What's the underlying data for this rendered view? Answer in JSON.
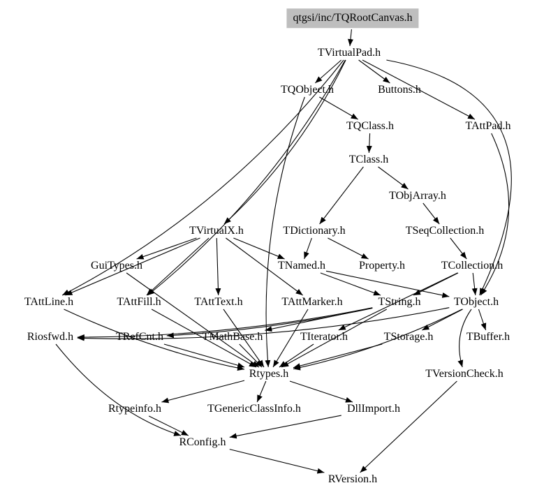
{
  "diagram": {
    "type": "include-dependency-graph",
    "root_label": "qtgsi/inc/TQRootCanvas.h",
    "colors": {
      "background": "#ffffff",
      "text": "#000000",
      "edge": "#000000",
      "root_node_bg": "#bebebe"
    },
    "nodes": [
      {
        "label": "qtgsi/inc/TQRootCanvas.h",
        "root": true
      },
      {
        "label": "TVirtualPad.h"
      },
      {
        "label": "TQObject.h"
      },
      {
        "label": "Buttons.h"
      },
      {
        "label": "TQClass.h"
      },
      {
        "label": "TAttPad.h"
      },
      {
        "label": "TClass.h"
      },
      {
        "label": "TObjArray.h"
      },
      {
        "label": "TVirtualX.h"
      },
      {
        "label": "TDictionary.h"
      },
      {
        "label": "TSeqCollection.h"
      },
      {
        "label": "GuiTypes.h"
      },
      {
        "label": "TNamed.h"
      },
      {
        "label": "Property.h"
      },
      {
        "label": "TCollection.h"
      },
      {
        "label": "TAttLine.h"
      },
      {
        "label": "TAttFill.h"
      },
      {
        "label": "TAttText.h"
      },
      {
        "label": "TAttMarker.h"
      },
      {
        "label": "TString.h"
      },
      {
        "label": "TObject.h"
      },
      {
        "label": "Riosfwd.h"
      },
      {
        "label": "TRefCnt.h"
      },
      {
        "label": "TMathBase.h"
      },
      {
        "label": "TIterator.h"
      },
      {
        "label": "TStorage.h"
      },
      {
        "label": "TBuffer.h"
      },
      {
        "label": "Rtypes.h"
      },
      {
        "label": "TVersionCheck.h"
      },
      {
        "label": "Rtypeinfo.h"
      },
      {
        "label": "TGenericClassInfo.h"
      },
      {
        "label": "DllImport.h"
      },
      {
        "label": "RConfig.h"
      },
      {
        "label": "RVersion.h"
      }
    ],
    "edges": [
      {
        "from": "qtgsi/inc/TQRootCanvas.h",
        "to": "TVirtualPad.h"
      },
      {
        "from": "TVirtualPad.h",
        "to": "TQObject.h"
      },
      {
        "from": "TVirtualPad.h",
        "to": "Buttons.h"
      },
      {
        "from": "TVirtualPad.h",
        "to": "TAttPad.h"
      },
      {
        "from": "TVirtualPad.h",
        "to": "TVirtualX.h"
      },
      {
        "from": "TVirtualPad.h",
        "to": "TObject.h"
      },
      {
        "from": "TVirtualPad.h",
        "to": "TAttLine.h"
      },
      {
        "from": "TVirtualPad.h",
        "to": "TAttFill.h"
      },
      {
        "from": "TQObject.h",
        "to": "TQClass.h"
      },
      {
        "from": "TQObject.h",
        "to": "Rtypes.h"
      },
      {
        "from": "TQClass.h",
        "to": "TClass.h"
      },
      {
        "from": "TClass.h",
        "to": "TObjArray.h"
      },
      {
        "from": "TClass.h",
        "to": "TDictionary.h"
      },
      {
        "from": "TObjArray.h",
        "to": "TSeqCollection.h"
      },
      {
        "from": "TSeqCollection.h",
        "to": "TCollection.h"
      },
      {
        "from": "TDictionary.h",
        "to": "TNamed.h"
      },
      {
        "from": "TDictionary.h",
        "to": "Property.h"
      },
      {
        "from": "TVirtualX.h",
        "to": "GuiTypes.h"
      },
      {
        "from": "TVirtualX.h",
        "to": "TAttLine.h"
      },
      {
        "from": "TVirtualX.h",
        "to": "TAttFill.h"
      },
      {
        "from": "TVirtualX.h",
        "to": "TAttText.h"
      },
      {
        "from": "TVirtualX.h",
        "to": "TAttMarker.h"
      },
      {
        "from": "TVirtualX.h",
        "to": "TNamed.h"
      },
      {
        "from": "TNamed.h",
        "to": "TString.h"
      },
      {
        "from": "TNamed.h",
        "to": "TObject.h"
      },
      {
        "from": "TCollection.h",
        "to": "TObject.h"
      },
      {
        "from": "TCollection.h",
        "to": "TIterator.h"
      },
      {
        "from": "TCollection.h",
        "to": "TString.h"
      },
      {
        "from": "TAttPad.h",
        "to": "TObject.h"
      },
      {
        "from": "TString.h",
        "to": "Riosfwd.h"
      },
      {
        "from": "TString.h",
        "to": "TRefCnt.h"
      },
      {
        "from": "TString.h",
        "to": "TMathBase.h"
      },
      {
        "from": "TString.h",
        "to": "Rtypes.h"
      },
      {
        "from": "TAttLine.h",
        "to": "Rtypes.h"
      },
      {
        "from": "TAttFill.h",
        "to": "Rtypes.h"
      },
      {
        "from": "TAttText.h",
        "to": "Rtypes.h"
      },
      {
        "from": "TAttMarker.h",
        "to": "Rtypes.h"
      },
      {
        "from": "GuiTypes.h",
        "to": "Rtypes.h"
      },
      {
        "from": "TObject.h",
        "to": "Rtypes.h"
      },
      {
        "from": "TObject.h",
        "to": "TStorage.h"
      },
      {
        "from": "TObject.h",
        "to": "TBuffer.h"
      },
      {
        "from": "TObject.h",
        "to": "TVersionCheck.h"
      },
      {
        "from": "TObject.h",
        "to": "Riosfwd.h"
      },
      {
        "from": "TRefCnt.h",
        "to": "Rtypes.h"
      },
      {
        "from": "TMathBase.h",
        "to": "Rtypes.h"
      },
      {
        "from": "TIterator.h",
        "to": "Rtypes.h"
      },
      {
        "from": "TStorage.h",
        "to": "Rtypes.h"
      },
      {
        "from": "Rtypes.h",
        "to": "Rtypeinfo.h"
      },
      {
        "from": "Rtypes.h",
        "to": "TGenericClassInfo.h"
      },
      {
        "from": "Rtypes.h",
        "to": "DllImport.h"
      },
      {
        "from": "Rtypeinfo.h",
        "to": "RConfig.h"
      },
      {
        "from": "DllImport.h",
        "to": "RConfig.h"
      },
      {
        "from": "Riosfwd.h",
        "to": "RConfig.h"
      },
      {
        "from": "RConfig.h",
        "to": "RVersion.h"
      },
      {
        "from": "TVersionCheck.h",
        "to": "RVersion.h"
      }
    ]
  }
}
